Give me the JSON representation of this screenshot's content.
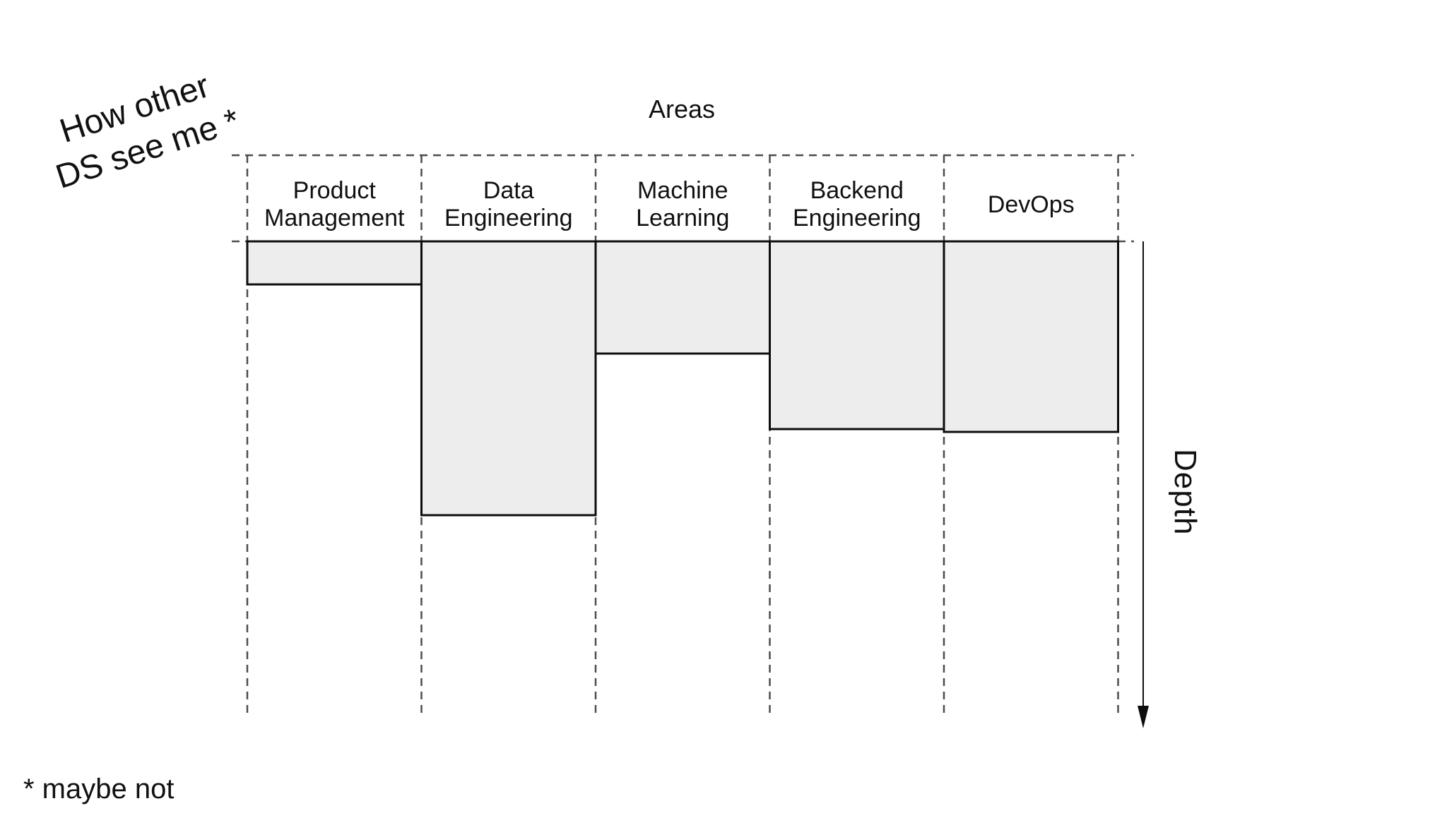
{
  "annotations": {
    "perspective_title": {
      "line1": "How other",
      "line2": "DS see me *",
      "rotation_deg": -18
    },
    "footnote": "* maybe not"
  },
  "axes": {
    "areas_label": "Areas",
    "depth_label": "Depth"
  },
  "chart_data": {
    "type": "bar",
    "title": "How other DS see me *",
    "xlabel": "Areas",
    "ylabel": "Depth",
    "categories": [
      "Product Management",
      "Data Engineering",
      "Machine Learning",
      "Backend Engineering",
      "DevOps"
    ],
    "category_display": [
      "Product\nManagement",
      "Data\nEngineering",
      "Machine\nLearning",
      "Backend\nEngineering",
      "DevOps"
    ],
    "values": [
      0.09,
      0.575,
      0.236,
      0.394,
      0.4
    ],
    "value_unit": "fraction_of_depth_axis",
    "ylim": [
      0,
      1
    ],
    "legend": false,
    "grid": "dashed-column-guides",
    "colors": {
      "bar_fill": "#ededed",
      "bar_border": "#0d0d0d",
      "guide_line": "#4d4d4d",
      "text": "#111111",
      "background": "#ffffff"
    }
  }
}
